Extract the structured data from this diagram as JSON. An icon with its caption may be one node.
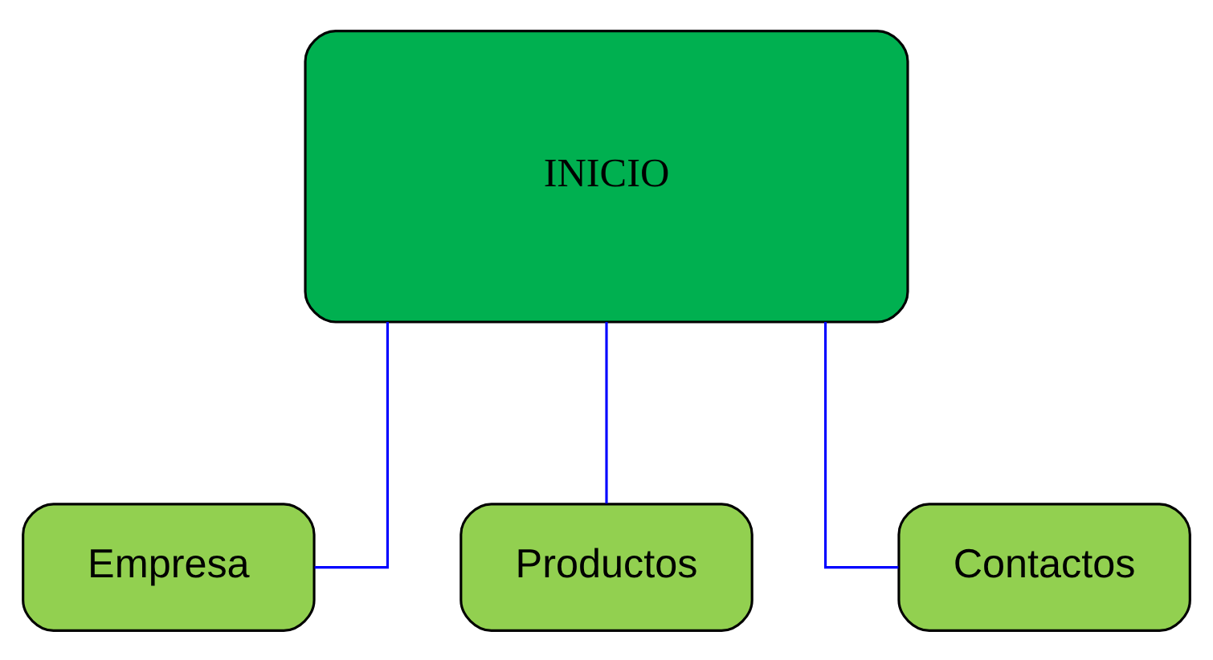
{
  "diagram": {
    "nodes": [
      {
        "text": [
          "INICIO"
        ]
      },
      {
        "text": [
          "Empresa"
        ]
      },
      {
        "text": [
          "Productos"
        ]
      },
      {
        "text": [
          "Contactos"
        ]
      }
    ],
    "edges": [
      {
        "from": 0,
        "to": 1,
        "arrow": "none"
      },
      {
        "from": 0,
        "to": 2,
        "arrow": "none"
      },
      {
        "from": 0,
        "to": 3,
        "arrow": "none"
      }
    ]
  }
}
